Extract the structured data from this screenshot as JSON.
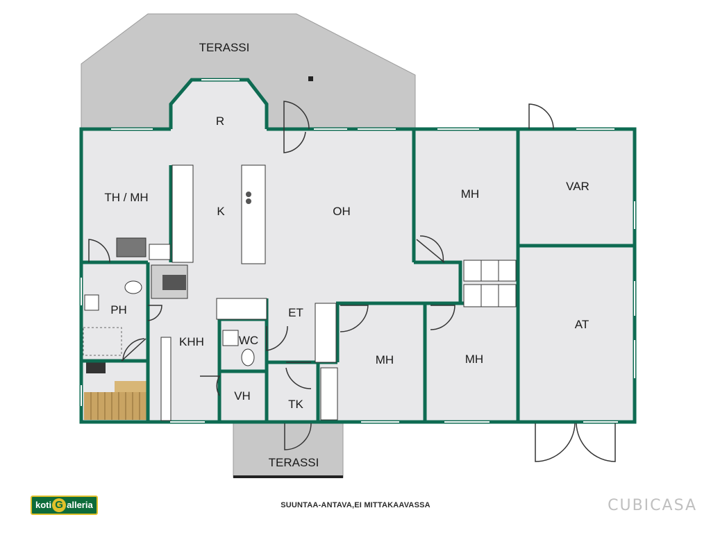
{
  "rooms": [
    {
      "id": "terassi-top",
      "label": "TERASSI"
    },
    {
      "id": "r",
      "label": "R"
    },
    {
      "id": "th-mh",
      "label": "TH / MH"
    },
    {
      "id": "k",
      "label": "K"
    },
    {
      "id": "oh",
      "label": "OH"
    },
    {
      "id": "mh-1",
      "label": "MH"
    },
    {
      "id": "var",
      "label": "VAR"
    },
    {
      "id": "ph",
      "label": "PH"
    },
    {
      "id": "et",
      "label": "ET"
    },
    {
      "id": "wc",
      "label": "WC"
    },
    {
      "id": "khh",
      "label": "KHH"
    },
    {
      "id": "mh-2",
      "label": "MH"
    },
    {
      "id": "mh-3",
      "label": "MH"
    },
    {
      "id": "at",
      "label": "AT"
    },
    {
      "id": "vh",
      "label": "VH"
    },
    {
      "id": "tk",
      "label": "TK"
    },
    {
      "id": "terassi-bottom",
      "label": "TERASSI"
    }
  ],
  "footer": {
    "note": "SUUNTAA-ANTAVA,EI MITTAKAAVASSA",
    "logo_left_pre": "koti",
    "logo_left_g": "G",
    "logo_left_post": "alleria",
    "logo_right": "CUBICASA"
  },
  "colors": {
    "wall": "#0e6b52",
    "floor": "#e8e8ea",
    "terrace": "#c8c8c8",
    "sauna": "#c9a463"
  }
}
